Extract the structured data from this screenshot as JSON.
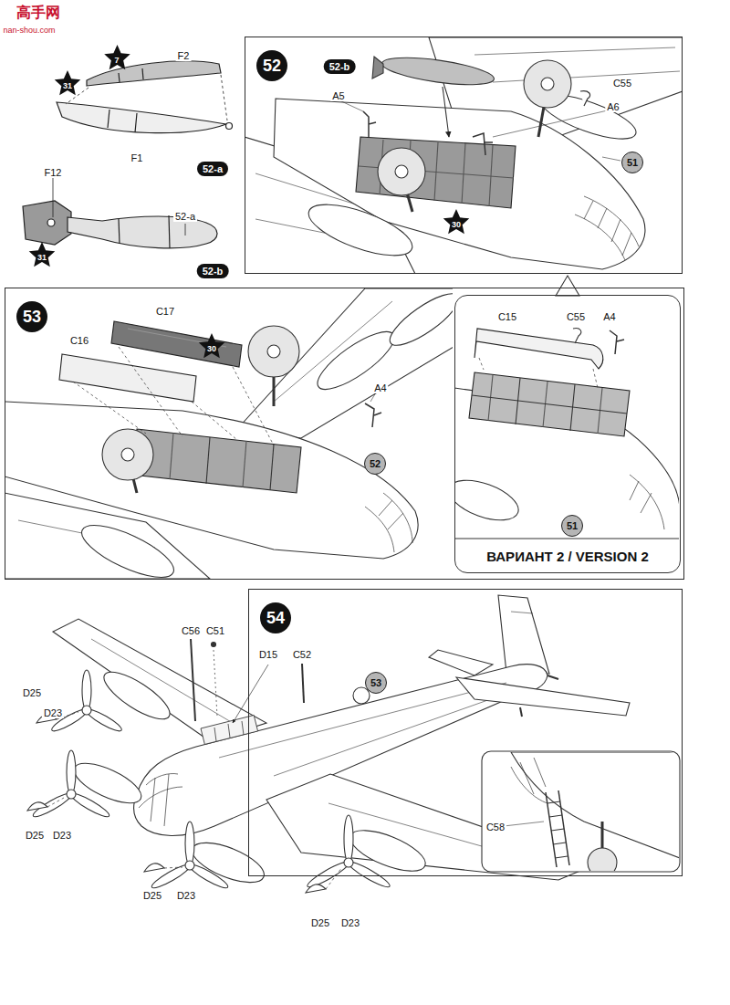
{
  "diagram": {
    "nodes": [
      {
        "text": [
          "52"
        ]
      },
      {
        "text": [
          "53"
        ]
      },
      {
        "text": [
          "ВАРИАНТ 2 / VERSION 2"
        ],
        "in": 1
      },
      {
        "text": [
          "54"
        ]
      }
    ],
    "labels": [
      "高手网",
      "nan-shou.com",
      "31",
      "7",
      "F2",
      "F1",
      "52-a",
      "F12",
      "31",
      "52-a",
      "52-b",
      "52-b",
      "A5",
      "C55",
      "A6",
      "51",
      "30",
      "C17",
      "30",
      "C16",
      "A4",
      "52",
      "C15",
      "C55",
      "A4",
      "51",
      "C56",
      "C51",
      "D15",
      "C52",
      "53",
      "D25",
      "D23",
      "D25",
      "D23",
      "D25",
      "D23",
      "D25",
      "D23",
      "C58"
    ]
  }
}
